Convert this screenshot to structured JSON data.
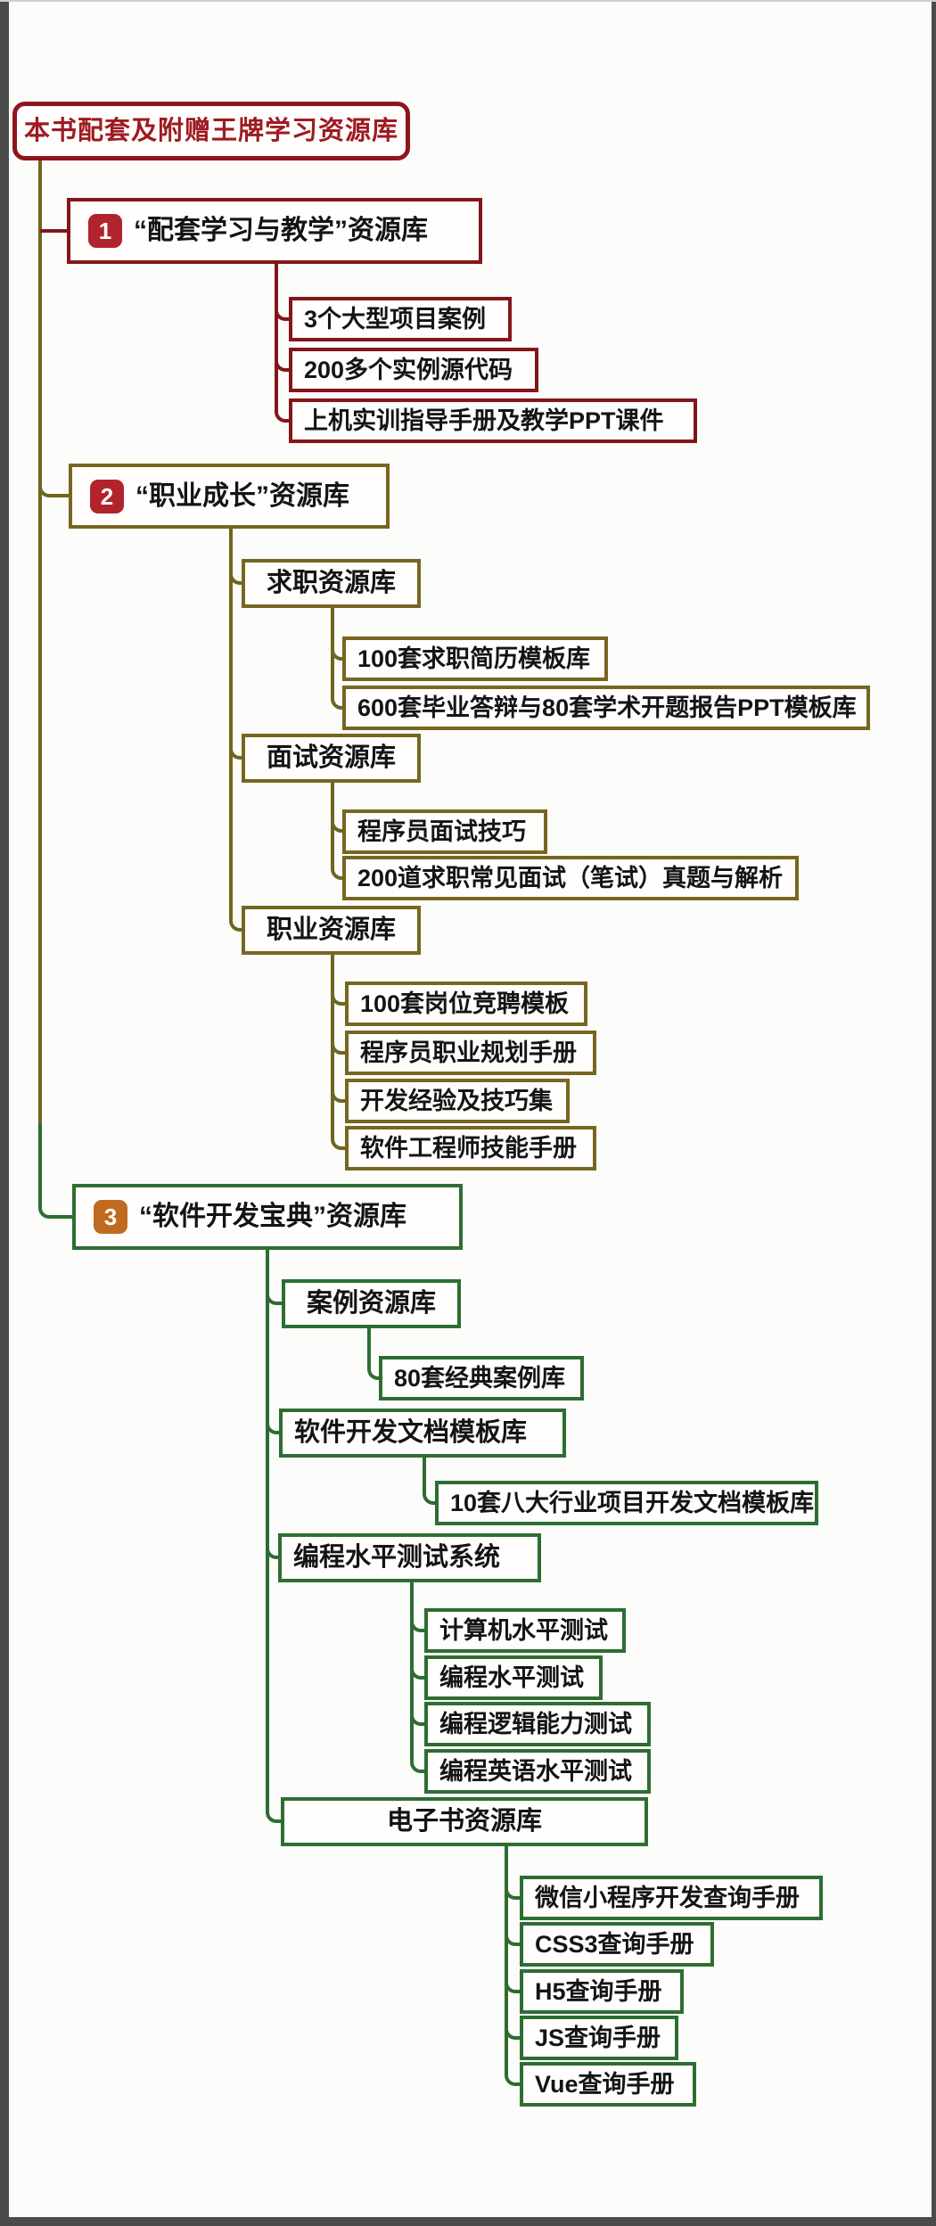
{
  "tree": {
    "root": {
      "label": "本书配套及附赠王牌学习资源库"
    },
    "branches": [
      {
        "badge": "1",
        "label": "“配套学习与教学”资源库",
        "children": [
          {
            "label": "3个大型项目案例"
          },
          {
            "label": "200多个实例源代码"
          },
          {
            "label": "上机实训指导手册及教学PPT课件"
          }
        ]
      },
      {
        "badge": "2",
        "label": "“职业成长”资源库",
        "children": [
          {
            "label": "求职资源库",
            "children": [
              {
                "label": "100套求职简历模板库"
              },
              {
                "label": "600套毕业答辩与80套学术开题报告PPT模板库"
              }
            ]
          },
          {
            "label": "面试资源库",
            "children": [
              {
                "label": "程序员面试技巧"
              },
              {
                "label": "200道求职常见面试（笔试）真题与解析"
              }
            ]
          },
          {
            "label": "职业资源库",
            "children": [
              {
                "label": "100套岗位竞聘模板"
              },
              {
                "label": "程序员职业规划手册"
              },
              {
                "label": "开发经验及技巧集"
              },
              {
                "label": "软件工程师技能手册"
              }
            ]
          }
        ]
      },
      {
        "badge": "3",
        "label": "“软件开发宝典”资源库",
        "children": [
          {
            "label": "案例资源库",
            "children": [
              {
                "label": "80套经典案例库"
              }
            ]
          },
          {
            "label": "软件开发文档模板库",
            "children": [
              {
                "label": "10套八大行业项目开发文档模板库"
              }
            ]
          },
          {
            "label": "编程水平测试系统",
            "children": [
              {
                "label": "计算机水平测试"
              },
              {
                "label": "编程水平测试"
              },
              {
                "label": "编程逻辑能力测试"
              },
              {
                "label": "编程英语水平测试"
              }
            ]
          },
          {
            "label": "电子书资源库",
            "children": [
              {
                "label": "微信小程序开发查询手册"
              },
              {
                "label": "CSS3查询手册"
              },
              {
                "label": "H5查询手册"
              },
              {
                "label": "JS查询手册"
              },
              {
                "label": "Vue查询手册"
              }
            ]
          }
        ]
      }
    ],
    "colors": {
      "family_red": "#84161a",
      "family_olive": "#77661f",
      "family_green": "#2e6d32",
      "root_text": "#9e1b22",
      "badge_red": "#b2242b",
      "badge_orange": "#c06a1f",
      "frame_gray": "#4b4b4b"
    }
  }
}
